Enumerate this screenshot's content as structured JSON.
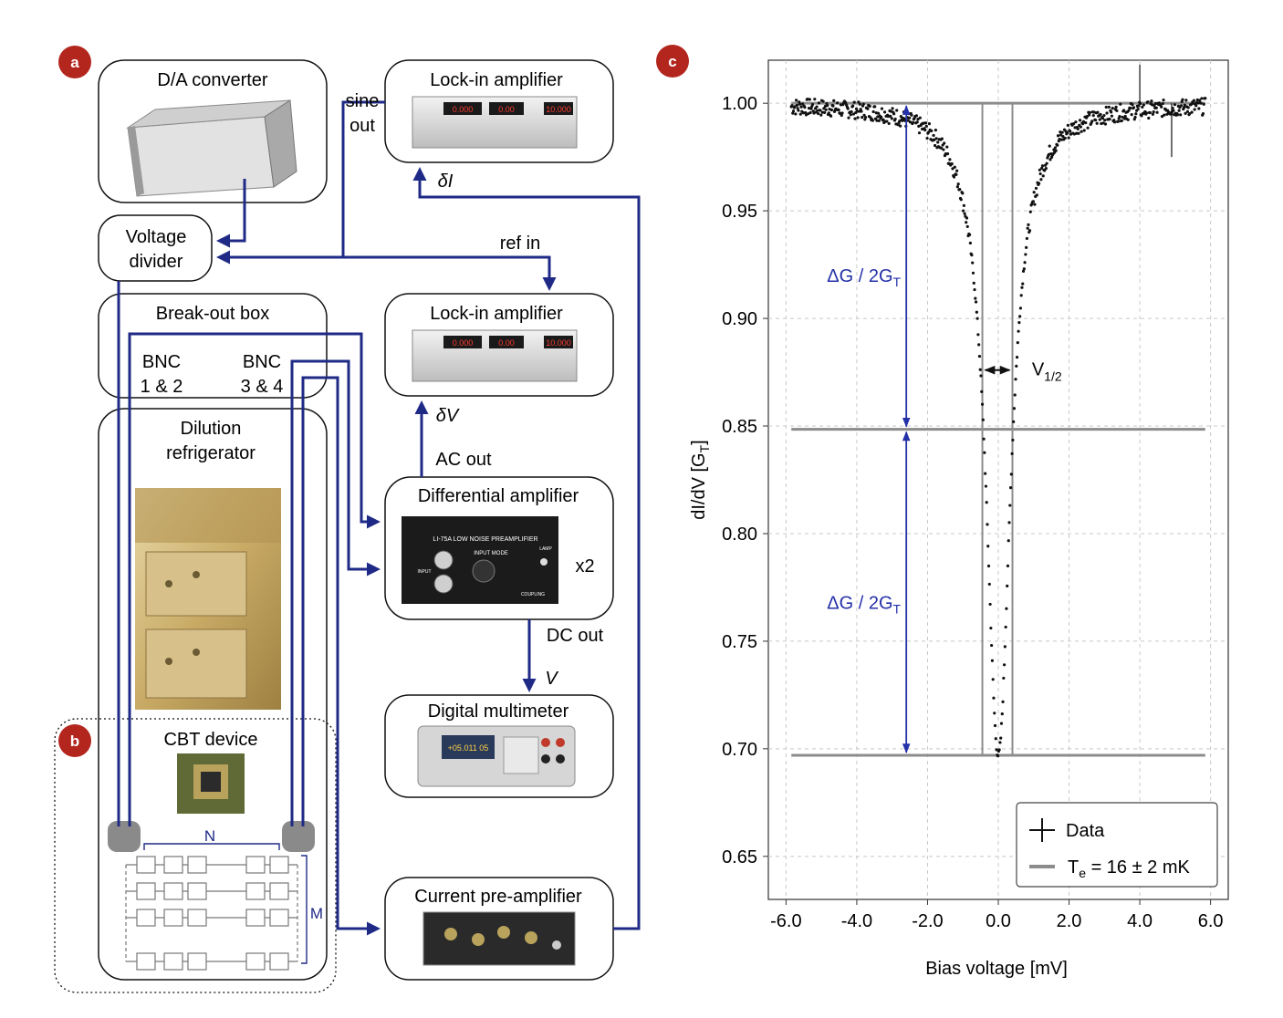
{
  "panels": {
    "a": {
      "letter": "a"
    },
    "b": {
      "letter": "b"
    },
    "c": {
      "letter": "c"
    }
  },
  "colors": {
    "panel_badge": "#b3261e",
    "wire": "#1f2a86",
    "annotation_blue": "#2431a8",
    "fit_line": "#8c8c8c",
    "data": "#111111",
    "box_border": "#111111"
  },
  "boxes": {
    "da_converter": "D/A converter",
    "lockin_1": "Lock-in amplifier",
    "voltage_divider_l1": "Voltage",
    "voltage_divider_l2": "divider",
    "breakout_box": "Break-out box",
    "bnc12_l1": "BNC",
    "bnc12_l2": "1 & 2",
    "bnc34_l1": "BNC",
    "bnc34_l2": "3 & 4",
    "lockin_2": "Lock-in amplifier",
    "dilution_l1": "Dilution",
    "dilution_l2": "refrigerator",
    "diff_amp": "Differential amplifier",
    "diff_amp_gain": "x2",
    "dmm": "Digital multimeter",
    "cbt": "CBT device",
    "preamp": "Current pre-amplifier"
  },
  "signals": {
    "sine_l1": "sine",
    "sine_l2": "out",
    "delta_i": "δI",
    "ref_in": "ref in",
    "delta_v": "δV",
    "ac_out": "AC out",
    "dc_out": "DC out",
    "v": "V",
    "n": "N",
    "m": "M"
  },
  "instrument_displays": {
    "lockin_1_screens": [
      "0.000",
      "0.00",
      "10.000"
    ],
    "lockin_2_screens": [
      "0.000",
      "0.00",
      "10.000"
    ],
    "preamp_model": "LI-75A  LOW NOISE PREAMPLIFIER",
    "preamp_input": "INPUT",
    "preamp_mode": "INPUT MODE",
    "preamp_lamp": "LAMP",
    "preamp_coupling": "COUPLING",
    "dmm_reading": "+05.011 05"
  },
  "chart_data": {
    "type": "scatter",
    "xlabel": "Bias voltage [mV]",
    "ylabel_main": "dI/dV [G",
    "ylabel_sub": "T",
    "ylabel_end": "]",
    "xlim": [
      -6.5,
      6.5
    ],
    "ylim": [
      0.63,
      1.02
    ],
    "xticks": [
      -6.0,
      -4.0,
      -2.0,
      0.0,
      2.0,
      4.0,
      6.0
    ],
    "xtick_labels": [
      "-6.0",
      "-4.0",
      "-2.0",
      "0.0",
      "2.0",
      "4.0",
      "6.0"
    ],
    "yticks": [
      0.65,
      0.7,
      0.75,
      0.8,
      0.85,
      0.9,
      0.95,
      1.0
    ],
    "ytick_labels": [
      "0.65",
      "0.70",
      "0.75",
      "0.80",
      "0.85",
      "0.90",
      "0.95",
      "1.00"
    ],
    "grid": true,
    "legend_position": "bottom-right",
    "series": [
      {
        "name": "Data",
        "kind": "points",
        "curve": {
          "baseline": 1.0,
          "depth": 0.303,
          "half_width_mV": 0.42,
          "x_min": -5.85,
          "x_max": 5.85,
          "step": 0.02
        }
      },
      {
        "name_main": "T",
        "name_sub": "e",
        "name_rest": " = 16 ± 2 mK",
        "kind": "fit_lines"
      }
    ],
    "horizontal_lines": [
      1.0,
      0.8485,
      0.697
    ],
    "horizontal_line_span": [
      -5.85,
      5.85
    ],
    "vertical_lines": {
      "x": [
        -0.45,
        0.4
      ],
      "y_range": [
        0.697,
        1.0
      ]
    },
    "annotations": {
      "dg_label_main": "ΔG / 2G",
      "dg_label_sub": "T",
      "dg_arrow_x": -2.6,
      "dg_upper_y": 0.92,
      "dg_lower_y": 0.768,
      "vhalf_main": "V",
      "vhalf_sub": "1/2",
      "vhalf_y": 0.876,
      "vhalf_x": [
        -0.45,
        0.4
      ]
    },
    "outliers": [
      {
        "x": 4.0,
        "y": 1.018
      },
      {
        "x": 4.9,
        "y": 0.975
      }
    ]
  }
}
